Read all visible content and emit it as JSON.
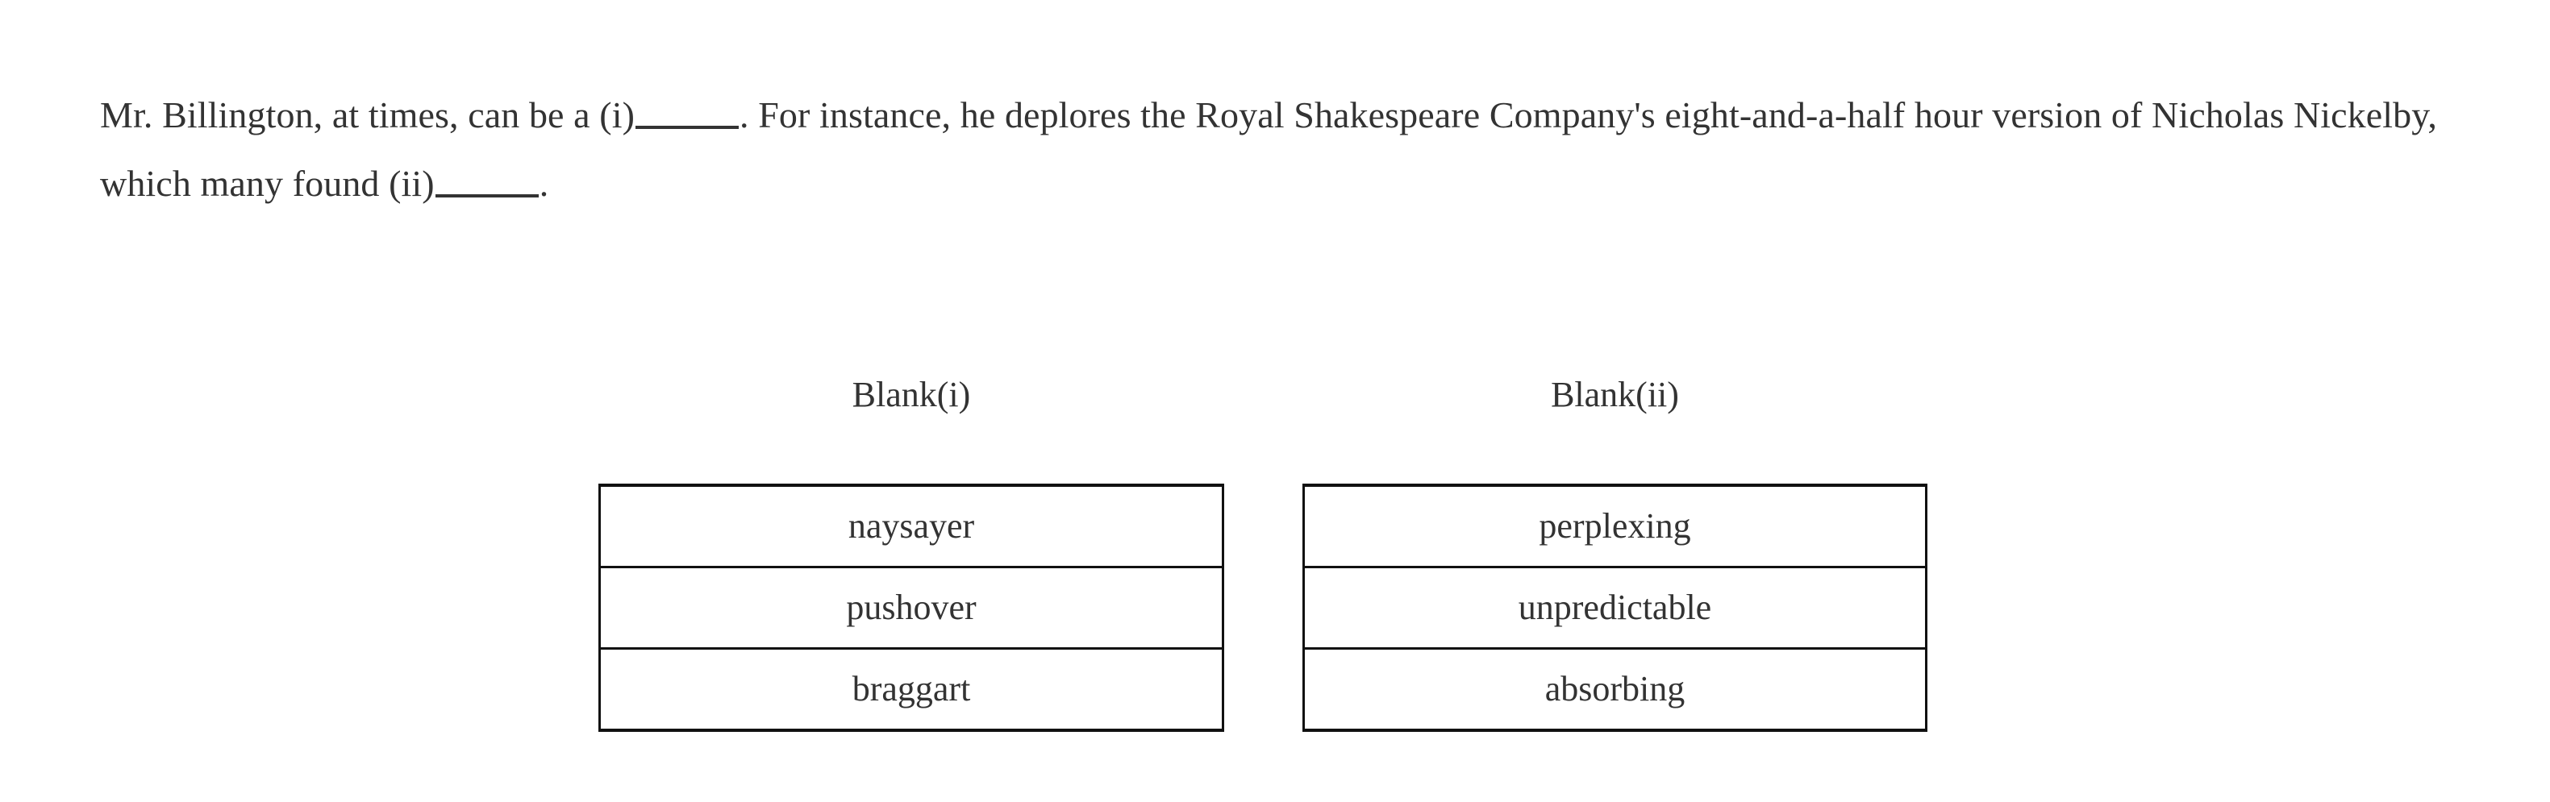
{
  "page": {
    "background_color": "#ffffff",
    "text_color": "#333333",
    "border_color": "#111111"
  },
  "question": {
    "type": "text-completion-two-blank",
    "segment_1": "Mr. Billington, at times, can be a (i)",
    "segment_2": ". For instance, he deplores the Royal Shakespeare Company's eight-and-a-half hour version of Nicholas Nickelby, which many found (ii)",
    "segment_3": ".",
    "full_text": "Mr. Billington, at times, can be a (i)_____. For instance, he deplores the Royal Shakespeare Company's eight-and-a-half hour version of Nicholas Nickelby, which many found (ii)_____."
  },
  "blanks": [
    {
      "heading": "Blank(i)",
      "options": [
        {
          "label": "naysayer"
        },
        {
          "label": "pushover"
        },
        {
          "label": "braggart"
        }
      ]
    },
    {
      "heading": "Blank(ii)",
      "options": [
        {
          "label": "perplexing"
        },
        {
          "label": "unpredictable"
        },
        {
          "label": "absorbing"
        }
      ]
    }
  ]
}
